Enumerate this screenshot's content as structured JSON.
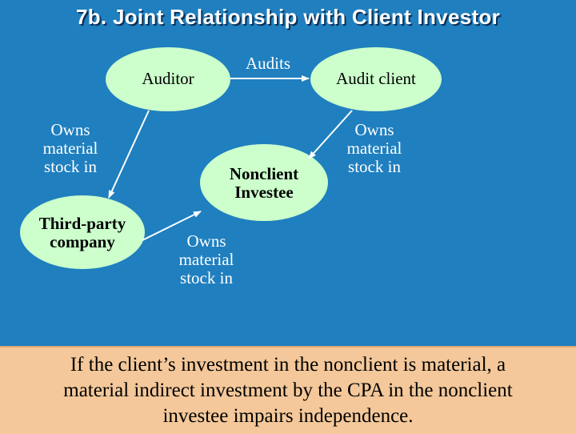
{
  "slide": {
    "title": "7b. Joint Relationship with Client Investor"
  },
  "nodes": {
    "auditor": "Auditor",
    "audit_client": "Audit client",
    "nonclient_investee_line1": "Nonclient",
    "nonclient_investee_line2": "Investee",
    "third_party_line1": "Third-party",
    "third_party_line2": "company"
  },
  "edges": {
    "audits": "Audits",
    "owns_left": [
      "Owns",
      "material",
      "stock in"
    ],
    "owns_right": [
      "Owns",
      "material",
      "stock in"
    ],
    "owns_bottom": [
      "Owns",
      "material",
      "stock in"
    ]
  },
  "colors": {
    "background": "#1f7fbf",
    "node_fill": "#ccffcc",
    "footer_fill": "#f4c89a"
  },
  "footer": {
    "line1": "If the client’s investment in the nonclient is material, a",
    "line2": "material indirect investment by the CPA in the nonclient",
    "line3": "investee impairs independence."
  }
}
